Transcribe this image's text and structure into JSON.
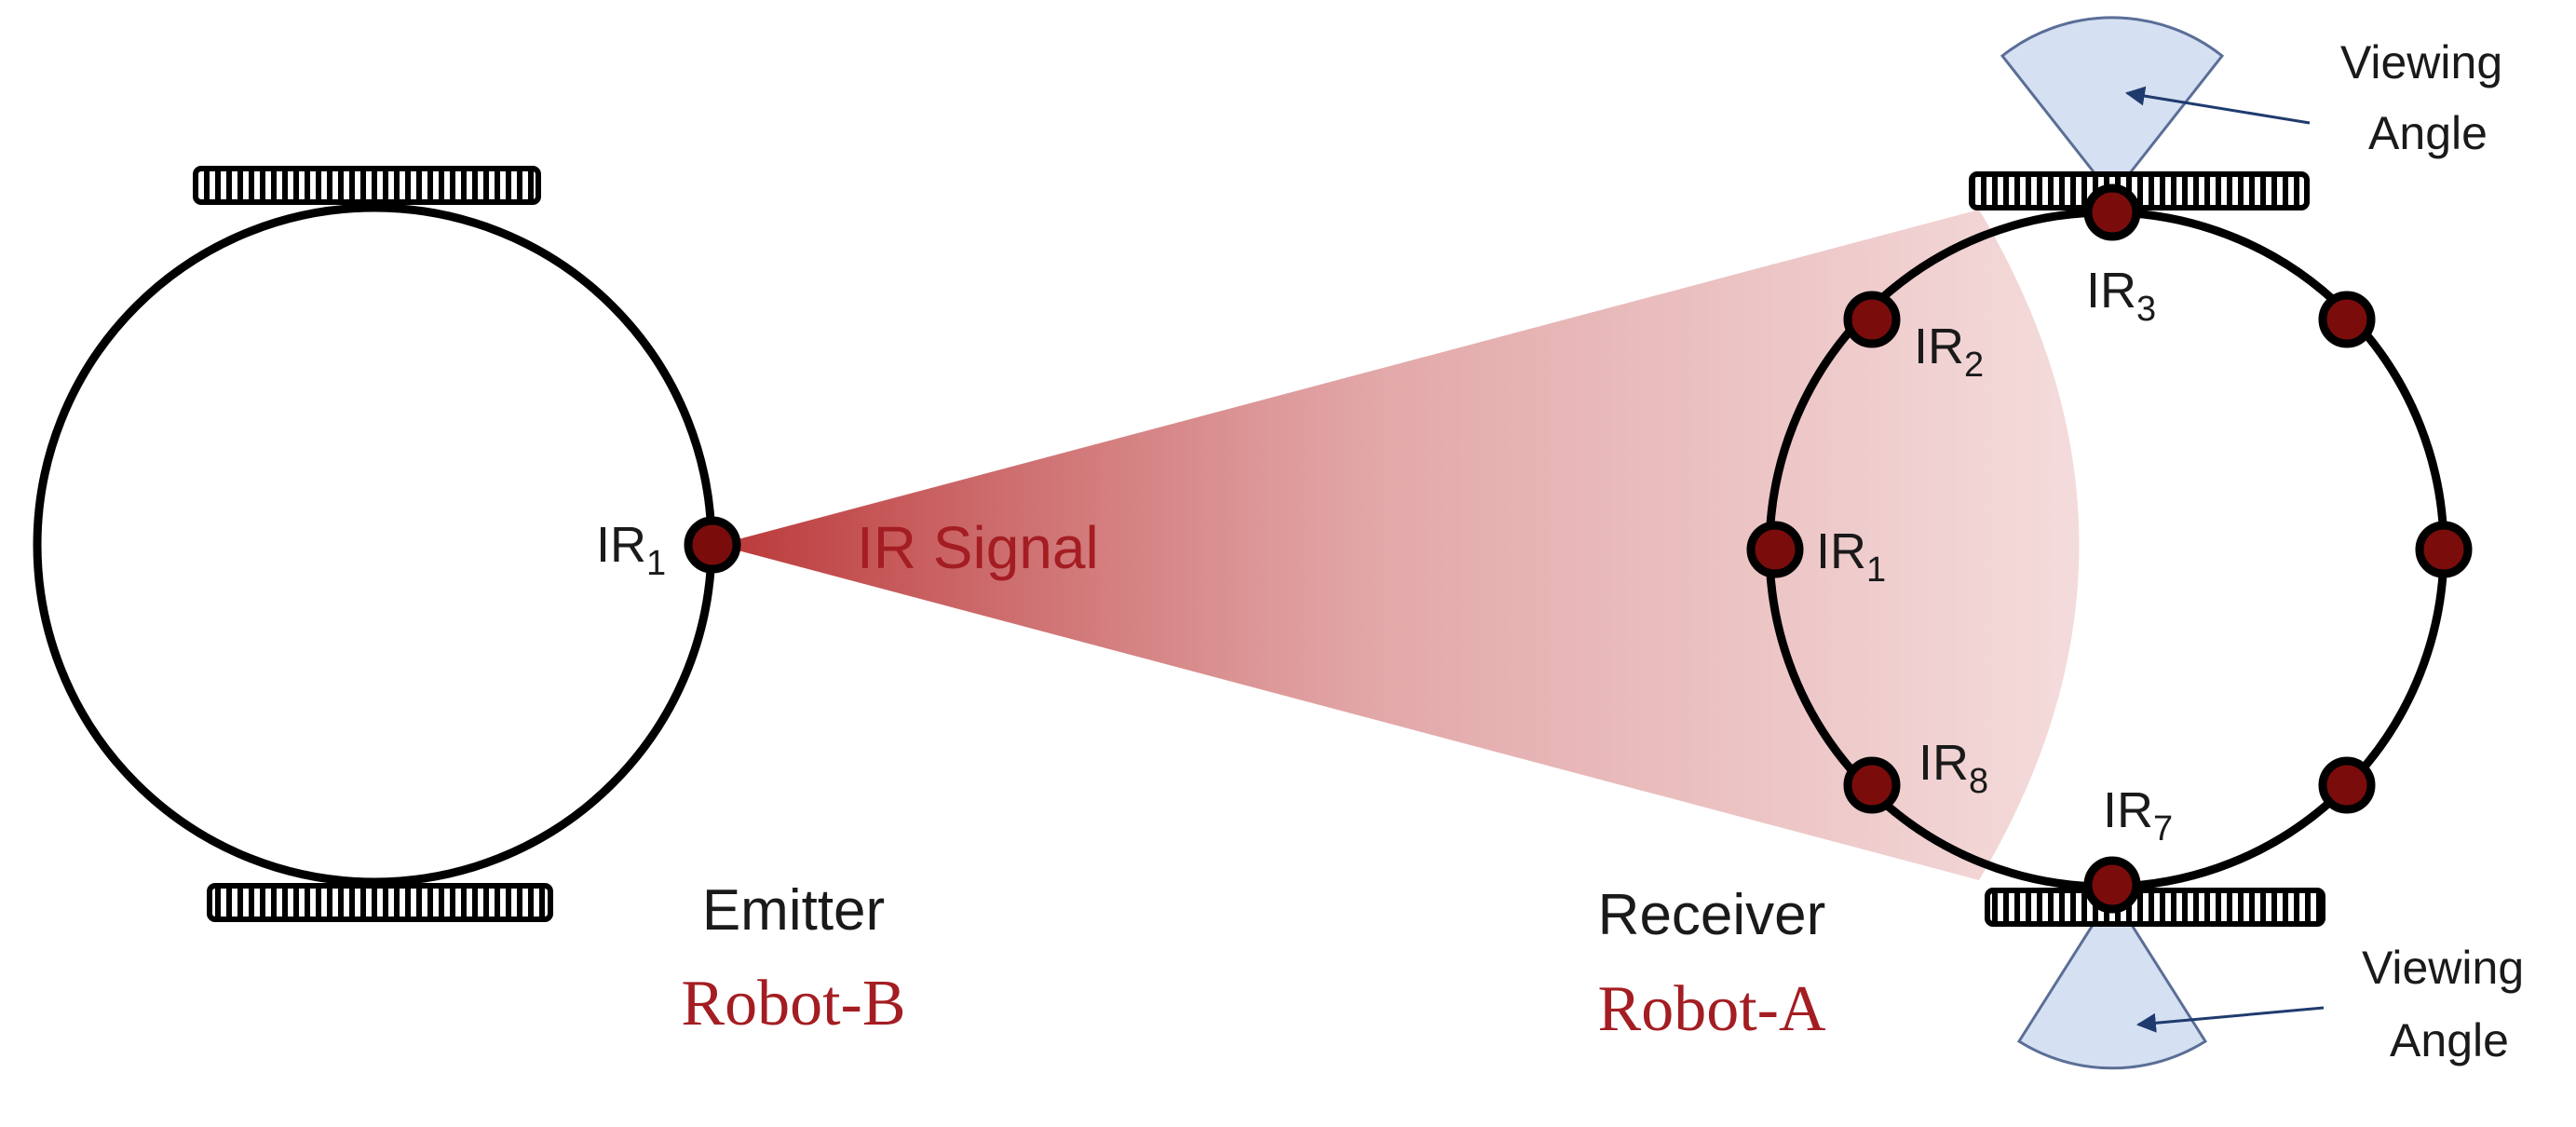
{
  "colors": {
    "signal": "#b72d2e",
    "robot_name": "#a31d22",
    "sensor_fill": "#7b0c0c",
    "viewing_angle_fill": "#d5e0f2",
    "viewing_angle_stroke": "#5a6e96",
    "arrow": "#1f3b6e",
    "outline": "#000000"
  },
  "emitter": {
    "role": "Emitter",
    "robot_name": "Robot-B",
    "sensor": {
      "prefix": "IR",
      "index": "1"
    }
  },
  "receiver": {
    "role": "Receiver",
    "robot_name": "Robot-A",
    "sensors": [
      {
        "prefix": "IR",
        "index": "3"
      },
      {
        "prefix": "IR",
        "index": "2"
      },
      {
        "prefix": "IR",
        "index": "1"
      },
      {
        "prefix": "IR",
        "index": "8"
      },
      {
        "prefix": "IR",
        "index": "7"
      }
    ],
    "viewing_angle_top": [
      "Viewing",
      "Angle"
    ],
    "viewing_angle_bottom": [
      "Viewing",
      "Angle"
    ]
  },
  "signal_label": "IR Signal"
}
